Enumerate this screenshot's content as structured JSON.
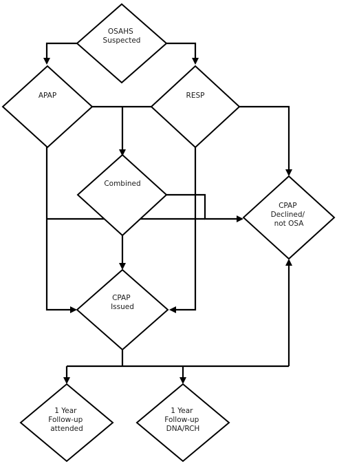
{
  "diagram": {
    "line_color": "#000000",
    "fill_color": "#ffffff",
    "nodes": [
      {
        "id": "osahs",
        "lines": [
          "OSAHS",
          "Suspected"
        ]
      },
      {
        "id": "apap",
        "lines": [
          "APAP"
        ]
      },
      {
        "id": "resp",
        "lines": [
          "RESP"
        ]
      },
      {
        "id": "combined",
        "lines": [
          "Combined"
        ]
      },
      {
        "id": "declined",
        "lines": [
          "CPAP",
          "Declined/",
          "not OSA"
        ]
      },
      {
        "id": "issued",
        "lines": [
          "CPAP",
          "Issued"
        ]
      },
      {
        "id": "attended",
        "lines": [
          "1 Year",
          "Follow-up",
          "attended"
        ]
      },
      {
        "id": "dna",
        "lines": [
          "1 Year",
          "Follow-up",
          "DNA/RCH"
        ]
      }
    ]
  }
}
